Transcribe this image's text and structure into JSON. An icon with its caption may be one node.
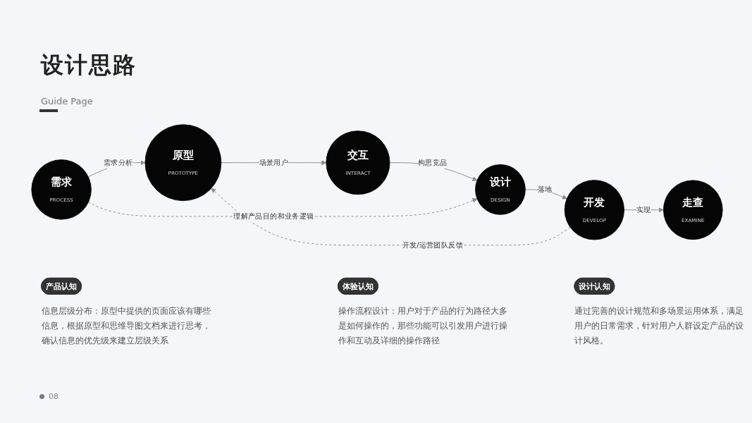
{
  "diagram": {
    "title": "设计思路",
    "nodes": [
      {
        "text": [
          "需求",
          "PROCESS"
        ]
      },
      {
        "text": [
          "原型",
          "PROTOTYPE"
        ]
      },
      {
        "text": [
          "交互",
          "INTERACT"
        ]
      },
      {
        "text": [
          "设计",
          "DESIGN"
        ]
      },
      {
        "text": [
          "开发",
          "DEVELOP"
        ]
      },
      {
        "text": [
          "走查",
          "EXAMINE"
        ]
      },
      {
        "text": [
          "产品认知"
        ],
        "beside": [
          "信息层级分布：原型中提供的页面应该有哪些信息，根据原型和思维导图文档来进行思考，确认信息的优先级来建立层级关系"
        ]
      },
      {
        "text": [
          "体验认知"
        ],
        "beside": [
          "操作流程设计：用户对于产品的行为路径大多是如何操作的，那些功能可以引发用户进行操作和互动及详细的操作路径"
        ]
      },
      {
        "text": [
          "设计认知"
        ],
        "beside": [
          "通过完善的设计规范和多场景运用体系，满足用户的日常需求，针对用户人群设定产品的设计风格。"
        ]
      }
    ],
    "edges": [
      {
        "from": 0,
        "to": 1,
        "arrow": "to",
        "label": "需求分析"
      },
      {
        "from": 1,
        "to": 2,
        "arrow": "to",
        "label": "场景用户"
      },
      {
        "from": 2,
        "to": 3,
        "arrow": "to",
        "label": "构思竞品"
      },
      {
        "from": 3,
        "to": 4,
        "arrow": "to",
        "label": "落地"
      },
      {
        "from": 4,
        "to": 5,
        "arrow": "to",
        "label": "实现"
      },
      {
        "from": 4,
        "to": 1,
        "arrow": "to",
        "label": "开发/运营团队反馈",
        "style": "dashed"
      },
      {
        "from": 0,
        "to": 3,
        "arrow": "to",
        "label": "理解产品目的和业务逻辑",
        "style": "dashed"
      }
    ],
    "labels": [
      "Guide Page",
      "08"
    ]
  }
}
